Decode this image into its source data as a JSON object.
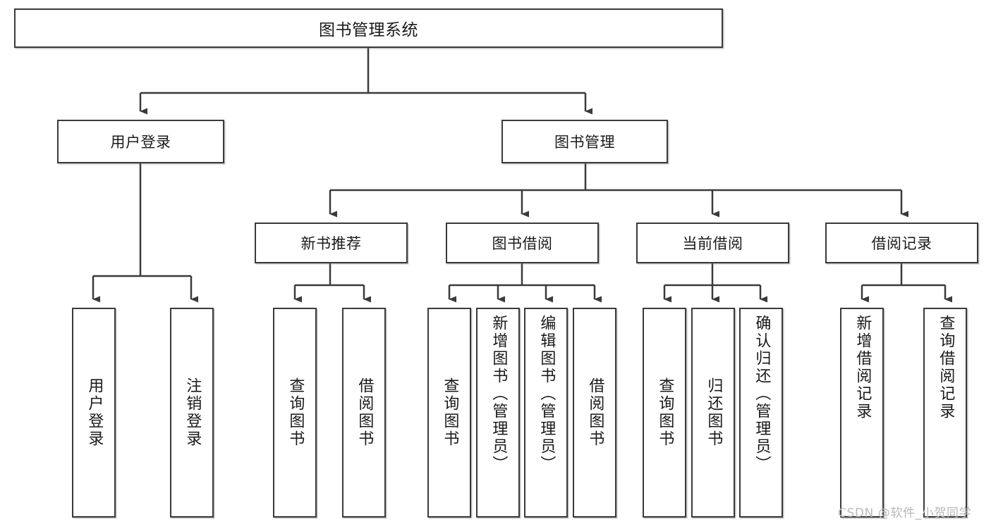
{
  "diagram": {
    "title": "图书管理系统",
    "type": "tree-hierarchy-chart",
    "root": {
      "label": "图书管理系统"
    },
    "level2": [
      {
        "label": "用户登录"
      },
      {
        "label": "图书管理"
      }
    ],
    "level3": [
      {
        "label": "新书推荐"
      },
      {
        "label": "图书借阅"
      },
      {
        "label": "当前借阅"
      },
      {
        "label": "借阅记录"
      }
    ],
    "leaves": {
      "user_login": [
        {
          "label": "用户登录"
        },
        {
          "label": "注销登录"
        }
      ],
      "new_book_recommend": [
        {
          "label": "查询图书"
        },
        {
          "label": "借阅图书"
        }
      ],
      "book_borrow": [
        {
          "label": "查询图书"
        },
        {
          "label": "新增图书（管理员）"
        },
        {
          "label": "编辑图书（管理员）"
        },
        {
          "label": "借阅图书"
        }
      ],
      "current_borrow": [
        {
          "label": "查询图书"
        },
        {
          "label": "归还图书"
        },
        {
          "label": "确认归还（管理员）"
        }
      ],
      "borrow_records": [
        {
          "label": "新增借阅记录"
        },
        {
          "label": "查询借阅记录"
        }
      ]
    }
  },
  "watermark": {
    "text": "CSDN @软件_小贺同学"
  },
  "colors": {
    "box_border": "#3a3a3a",
    "box_fill": "#ffffff",
    "text": "#1a1a1a",
    "edge": "#3a3a3a",
    "watermark": "#b9b9b9",
    "background": "#ffffff"
  }
}
